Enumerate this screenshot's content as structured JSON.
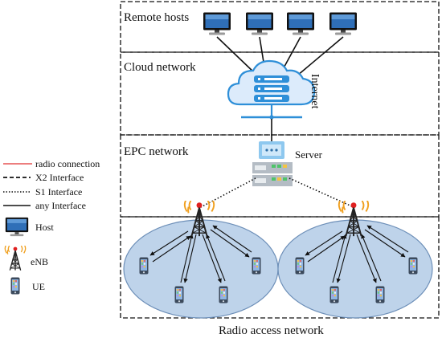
{
  "regions": {
    "remote_hosts": "Remote hosts",
    "cloud_network": "Cloud network",
    "internet": "Internet",
    "epc_network": "EPC network",
    "server": "Server",
    "radio_access_network": "Radio access network"
  },
  "legend": {
    "radio_connection": "radio connection",
    "x2_interface": "X2 Interface",
    "s1_interface": "S1 Interface",
    "any_interface": "any Interface",
    "host": "Host",
    "enb": "eNB",
    "ue": "UE"
  },
  "colors": {
    "cloud_fill": "#dcebfb",
    "cloud_stroke": "#2e8fd8",
    "bus": "#2e8fd8",
    "cell_fill": "#bed3ea",
    "cell_stroke": "#6d8fb8",
    "radio": "#e03030",
    "signal": "#f0a020"
  },
  "icons": {
    "host": "desktop-monitor-icon",
    "server": "server-rack-icon",
    "cloud": "cloud-database-icon",
    "enb": "cell-tower-icon",
    "ue": "smartphone-icon"
  }
}
